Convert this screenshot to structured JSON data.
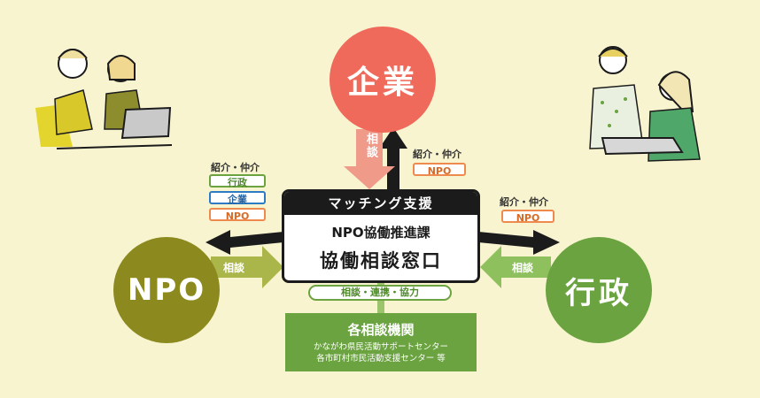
{
  "nodes": {
    "company": "企業",
    "npo": "NPO",
    "government": "行政"
  },
  "center": {
    "header": "マッチング支援",
    "line1": "NPO協働推進課",
    "line2": "協働相談窓口"
  },
  "left_panel": {
    "heading": "紹介・仲介",
    "tags": [
      "行政",
      "企業",
      "NPO"
    ]
  },
  "top_right_panel": {
    "heading": "紹介・仲介",
    "tag": "NPO"
  },
  "right_panel": {
    "heading": "紹介・仲介",
    "tag": "NPO"
  },
  "consult_label": "相談",
  "collab_pill": "相談・連携・協力",
  "agencies": {
    "title": "各相談機関",
    "line1": "かながわ県民活動サポートセンター",
    "line2": "各市町村市民活動支援センター 等"
  },
  "colors": {
    "background": "#f8f4d0",
    "company": "#ef6a5a",
    "npo": "#8c8a1f",
    "government": "#6aa33f",
    "dark": "#1b1b1b"
  }
}
